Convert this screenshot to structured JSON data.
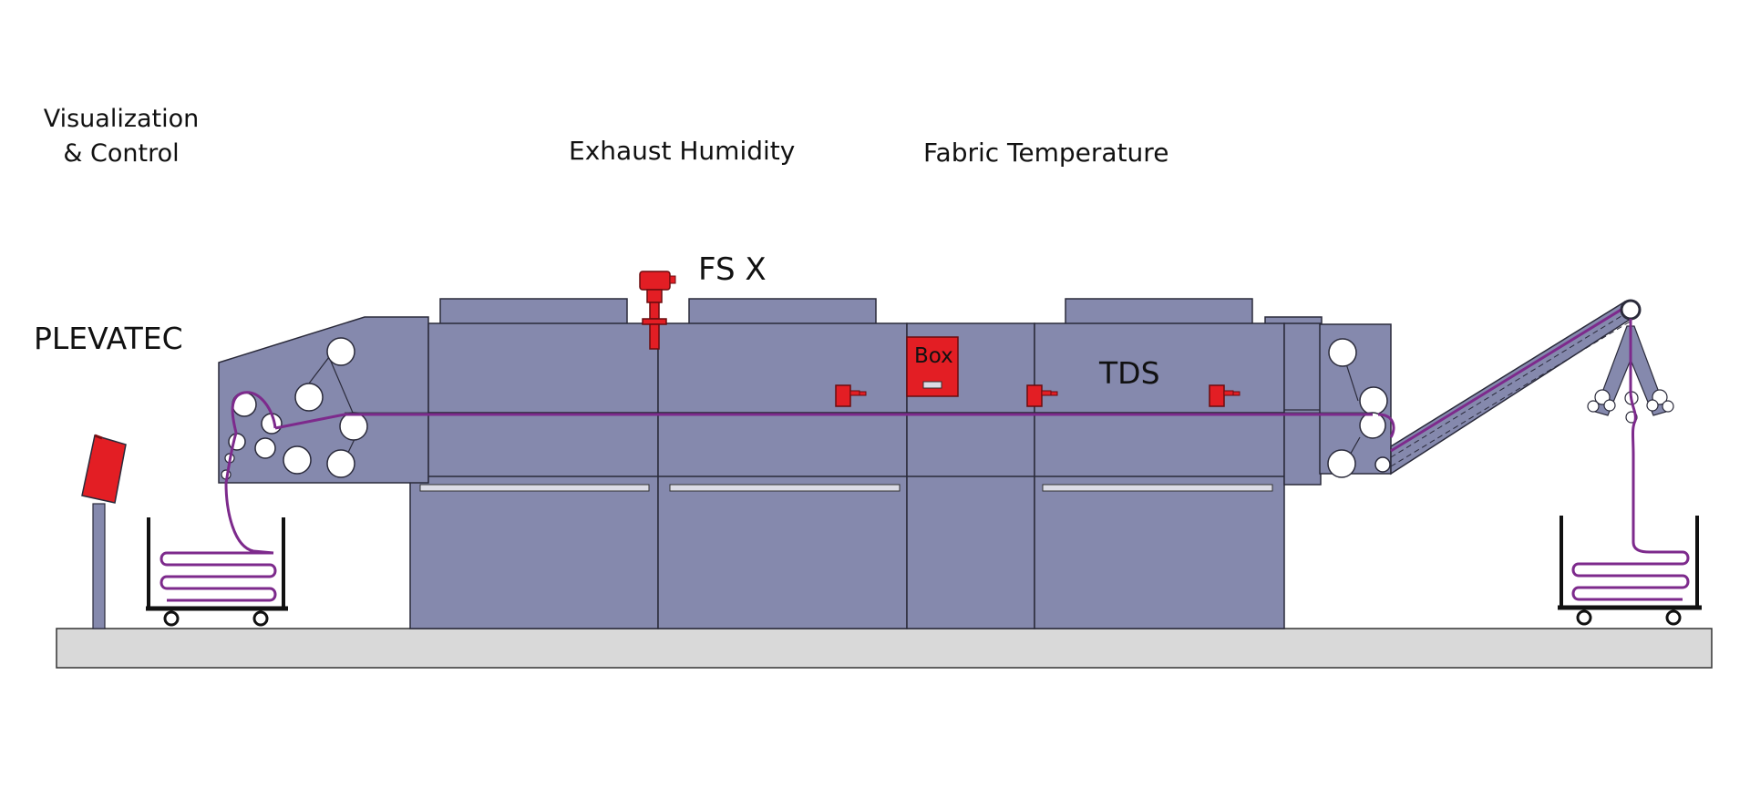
{
  "labels": {
    "visualization_line1": "Visualization",
    "visualization_line2": "& Control",
    "exhaust_humidity": "Exhaust Humidity",
    "fabric_temperature": "Fabric Temperature",
    "fs_x": "FS X",
    "plevatec": "PLEVATEC",
    "tds": "TDS",
    "box": "Box"
  },
  "colors": {
    "machine_body": "#8589ad",
    "outline": "#2a2a3a",
    "sensor_red": "#e31e24",
    "fabric_path": "#7d2a8c",
    "floor": "#d9d9d9",
    "roller": "#ffffff"
  }
}
